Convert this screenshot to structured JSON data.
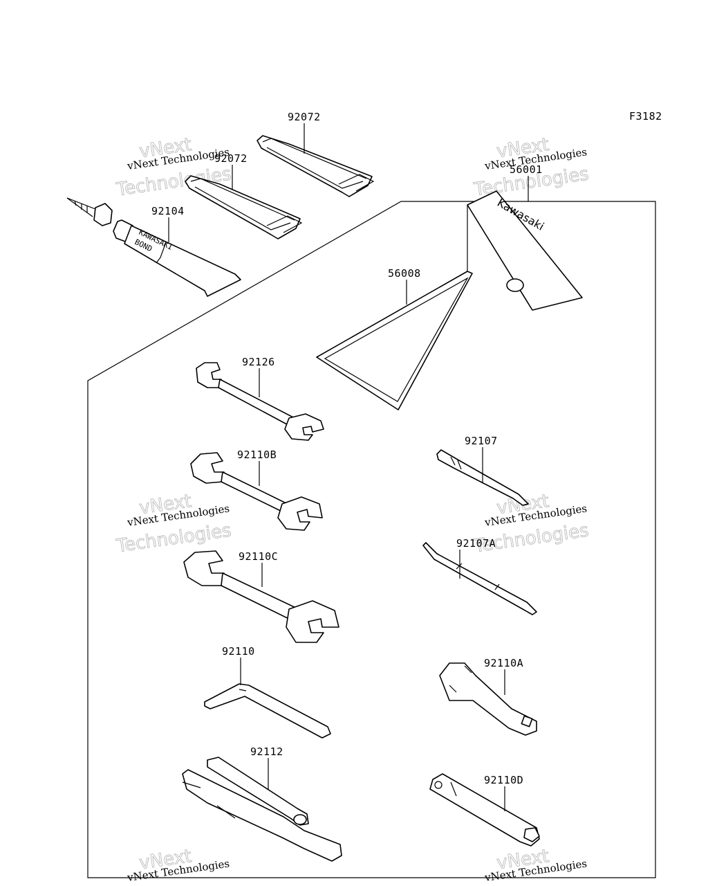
{
  "figure_code": "F3182",
  "parts": {
    "strap_upper": "92072",
    "strap_lower": "92072",
    "bond_tube": "92104",
    "tool_kit": "56001",
    "tool_bag": "56008",
    "spanner_small": "92126",
    "spanner_mid": "92110B",
    "spanner_large": "92110C",
    "hex_key": "92110",
    "pliers": "92112",
    "screwdriver": "92107",
    "screwdriver_bit": "92107A",
    "plug_wrench": "92110A",
    "box_wrench": "92110D"
  },
  "product_text": {
    "bag_brand": "Kawasaki",
    "tube_brand": "KAWASAKI",
    "tube_product": "BOND"
  },
  "watermark": {
    "line1": "vNext Technologies",
    "line2": "vNext",
    "line3": "Technologies"
  }
}
